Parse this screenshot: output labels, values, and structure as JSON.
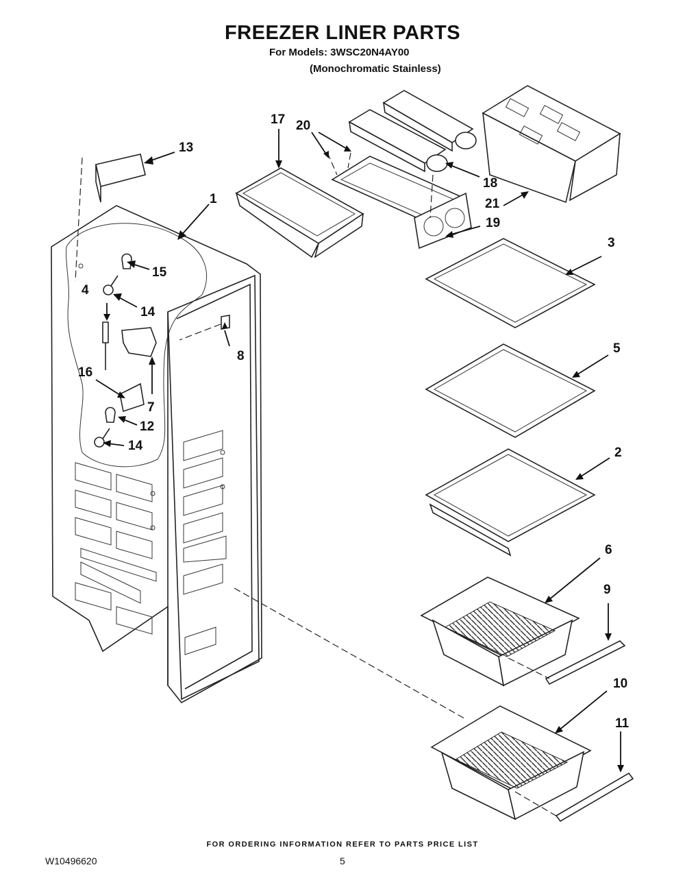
{
  "header": {
    "title": "FREEZER LINER PARTS",
    "models": "For Models: 3WSC20N4AY00",
    "finish": "(Monochromatic Stainless)"
  },
  "parts": [
    {
      "id": "1",
      "label": "1"
    },
    {
      "id": "2",
      "label": "2"
    },
    {
      "id": "3",
      "label": "3"
    },
    {
      "id": "4",
      "label": "4"
    },
    {
      "id": "5",
      "label": "5"
    },
    {
      "id": "6",
      "label": "6"
    },
    {
      "id": "7",
      "label": "7"
    },
    {
      "id": "8",
      "label": "8"
    },
    {
      "id": "9",
      "label": "9"
    },
    {
      "id": "10",
      "label": "10"
    },
    {
      "id": "11",
      "label": "11"
    },
    {
      "id": "12",
      "label": "12"
    },
    {
      "id": "13",
      "label": "13"
    },
    {
      "id": "14a",
      "label": "14"
    },
    {
      "id": "14b",
      "label": "14"
    },
    {
      "id": "15",
      "label": "15"
    },
    {
      "id": "16",
      "label": "16"
    },
    {
      "id": "17",
      "label": "17"
    },
    {
      "id": "18",
      "label": "18"
    },
    {
      "id": "19",
      "label": "19"
    },
    {
      "id": "20",
      "label": "20"
    },
    {
      "id": "21",
      "label": "21"
    }
  ],
  "footer": {
    "ordering_note": "FOR ORDERING INFORMATION REFER TO PARTS PRICE LIST",
    "document_number": "W10496620",
    "page_number": "5"
  }
}
